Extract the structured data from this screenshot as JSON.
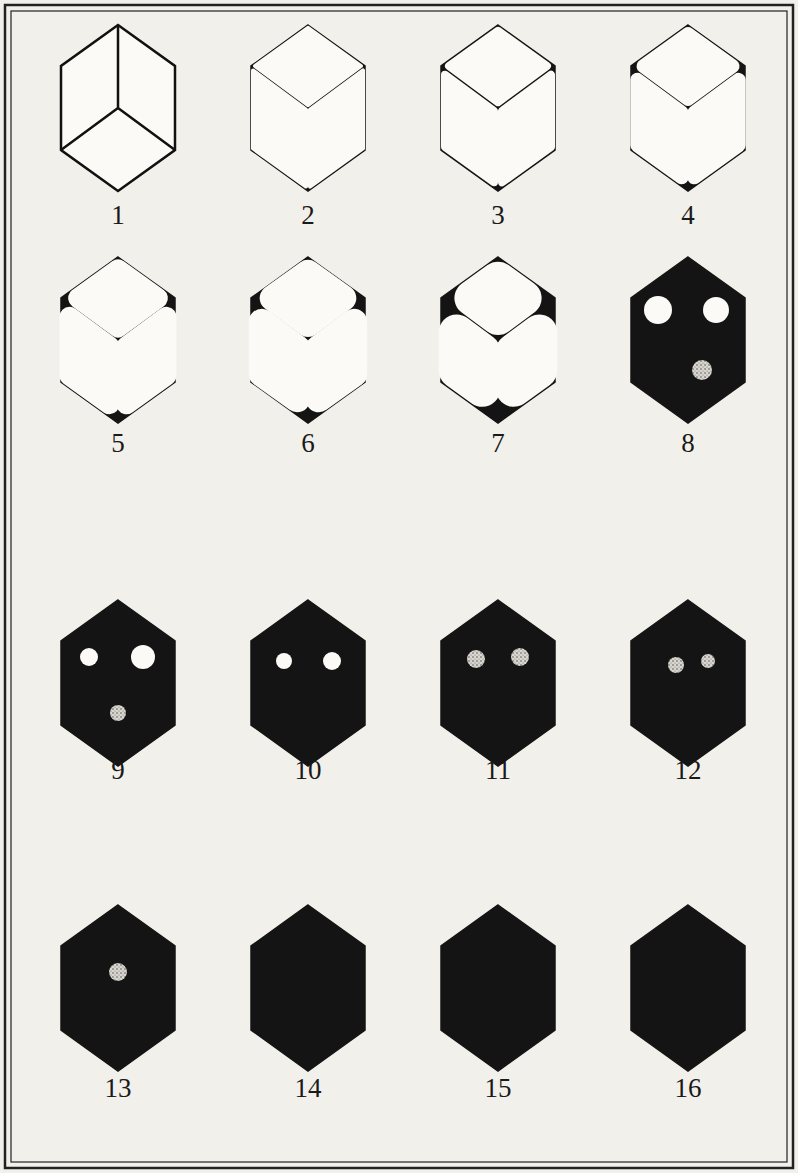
{
  "diagram": {
    "labels": [
      "1",
      "2",
      "3",
      "4",
      "5",
      "6",
      "7",
      "8",
      "9",
      "10",
      "11",
      "12",
      "13",
      "14",
      "15",
      "16"
    ]
  }
}
